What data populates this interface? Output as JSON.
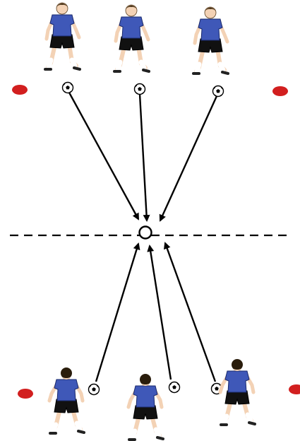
{
  "diagram": {
    "colors": {
      "jersey": "#3f58b8",
      "shorts": "#111111",
      "skin": "#f3d2b5",
      "hair": "#4a3418",
      "cone": "#d21f1f",
      "line": "#000000",
      "ball_fill": "#ffffff"
    },
    "players_top": [
      {
        "id": "top-left",
        "facing": "front"
      },
      {
        "id": "top-center",
        "facing": "front"
      },
      {
        "id": "top-right",
        "facing": "front"
      }
    ],
    "players_bottom": [
      {
        "id": "bottom-left",
        "facing": "back"
      },
      {
        "id": "bottom-center",
        "facing": "back"
      },
      {
        "id": "bottom-right",
        "facing": "back"
      }
    ],
    "cones": [
      "top-left",
      "top-right",
      "bottom-left",
      "bottom-right"
    ],
    "balls": [
      "top-left",
      "top-center",
      "top-right",
      "bottom-left",
      "bottom-center",
      "bottom-right"
    ],
    "target": "center-ring",
    "dashed_line": "midline"
  }
}
